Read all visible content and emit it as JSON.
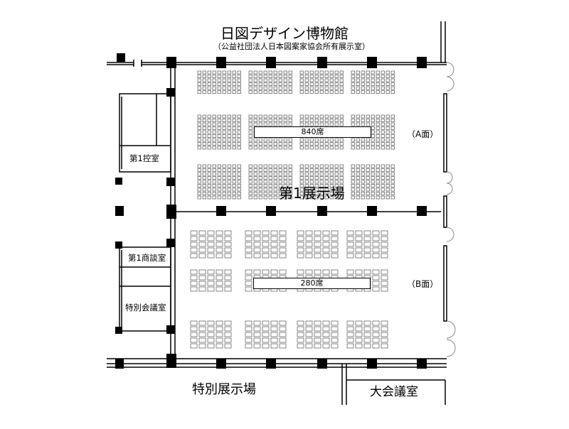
{
  "header": {
    "title": "日図デザイン博物館",
    "subtitle": "（公益社団法人日本図案家協会所有展示室）"
  },
  "halls": {
    "hall1": "第1展示場",
    "special_hall": "特別展示場",
    "section_a": "（A面）",
    "section_b": "（B面）",
    "seats_a": "840席",
    "seats_b": "280席"
  },
  "rooms": {
    "control_room": "第1控室",
    "meeting_room": "第1商談室",
    "special_conference": "特別会議室",
    "grand_conference": "大会議室"
  }
}
